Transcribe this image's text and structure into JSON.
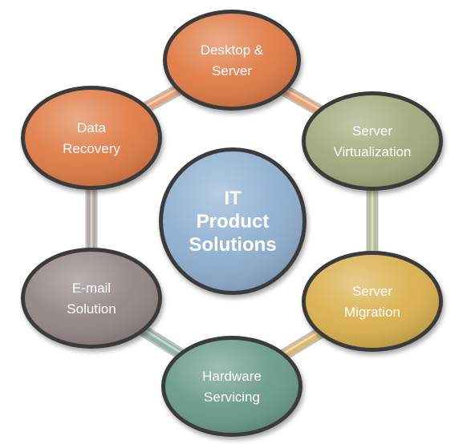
{
  "center": {
    "lines": [
      "IT",
      "Product",
      "Solutions"
    ],
    "color": "#8fb0d0"
  },
  "nodes": [
    {
      "id": "desktop-server",
      "lines": [
        "Desktop &",
        "Server"
      ],
      "color": "#e07b45"
    },
    {
      "id": "server-virtualization",
      "lines": [
        "Server",
        "Virtualization"
      ],
      "color": "#a0aa7c"
    },
    {
      "id": "server-migration",
      "lines": [
        "Server",
        "Migration"
      ],
      "color": "#dab04e"
    },
    {
      "id": "hardware-servicing",
      "lines": [
        "Hardware",
        "Servicing"
      ],
      "color": "#6a9a8a"
    },
    {
      "id": "email-solution",
      "lines": [
        "E-mail",
        "Solution"
      ],
      "color": "#938684"
    },
    {
      "id": "data-recovery",
      "lines": [
        "Data",
        "Recovery"
      ],
      "color": "#e07b45"
    }
  ],
  "connectors": [
    {
      "from": "desktop-server",
      "to": "server-virtualization",
      "color": "#e9a276"
    },
    {
      "from": "server-virtualization",
      "to": "server-migration",
      "color": "#b7bf93"
    },
    {
      "from": "server-migration",
      "to": "hardware-servicing",
      "color": "#dcb86a"
    },
    {
      "from": "hardware-servicing",
      "to": "email-solution",
      "color": "#8fb3a8"
    },
    {
      "from": "email-solution",
      "to": "data-recovery",
      "color": "#b1a8a6"
    },
    {
      "from": "data-recovery",
      "to": "desktop-server",
      "color": "#e9a276"
    }
  ]
}
